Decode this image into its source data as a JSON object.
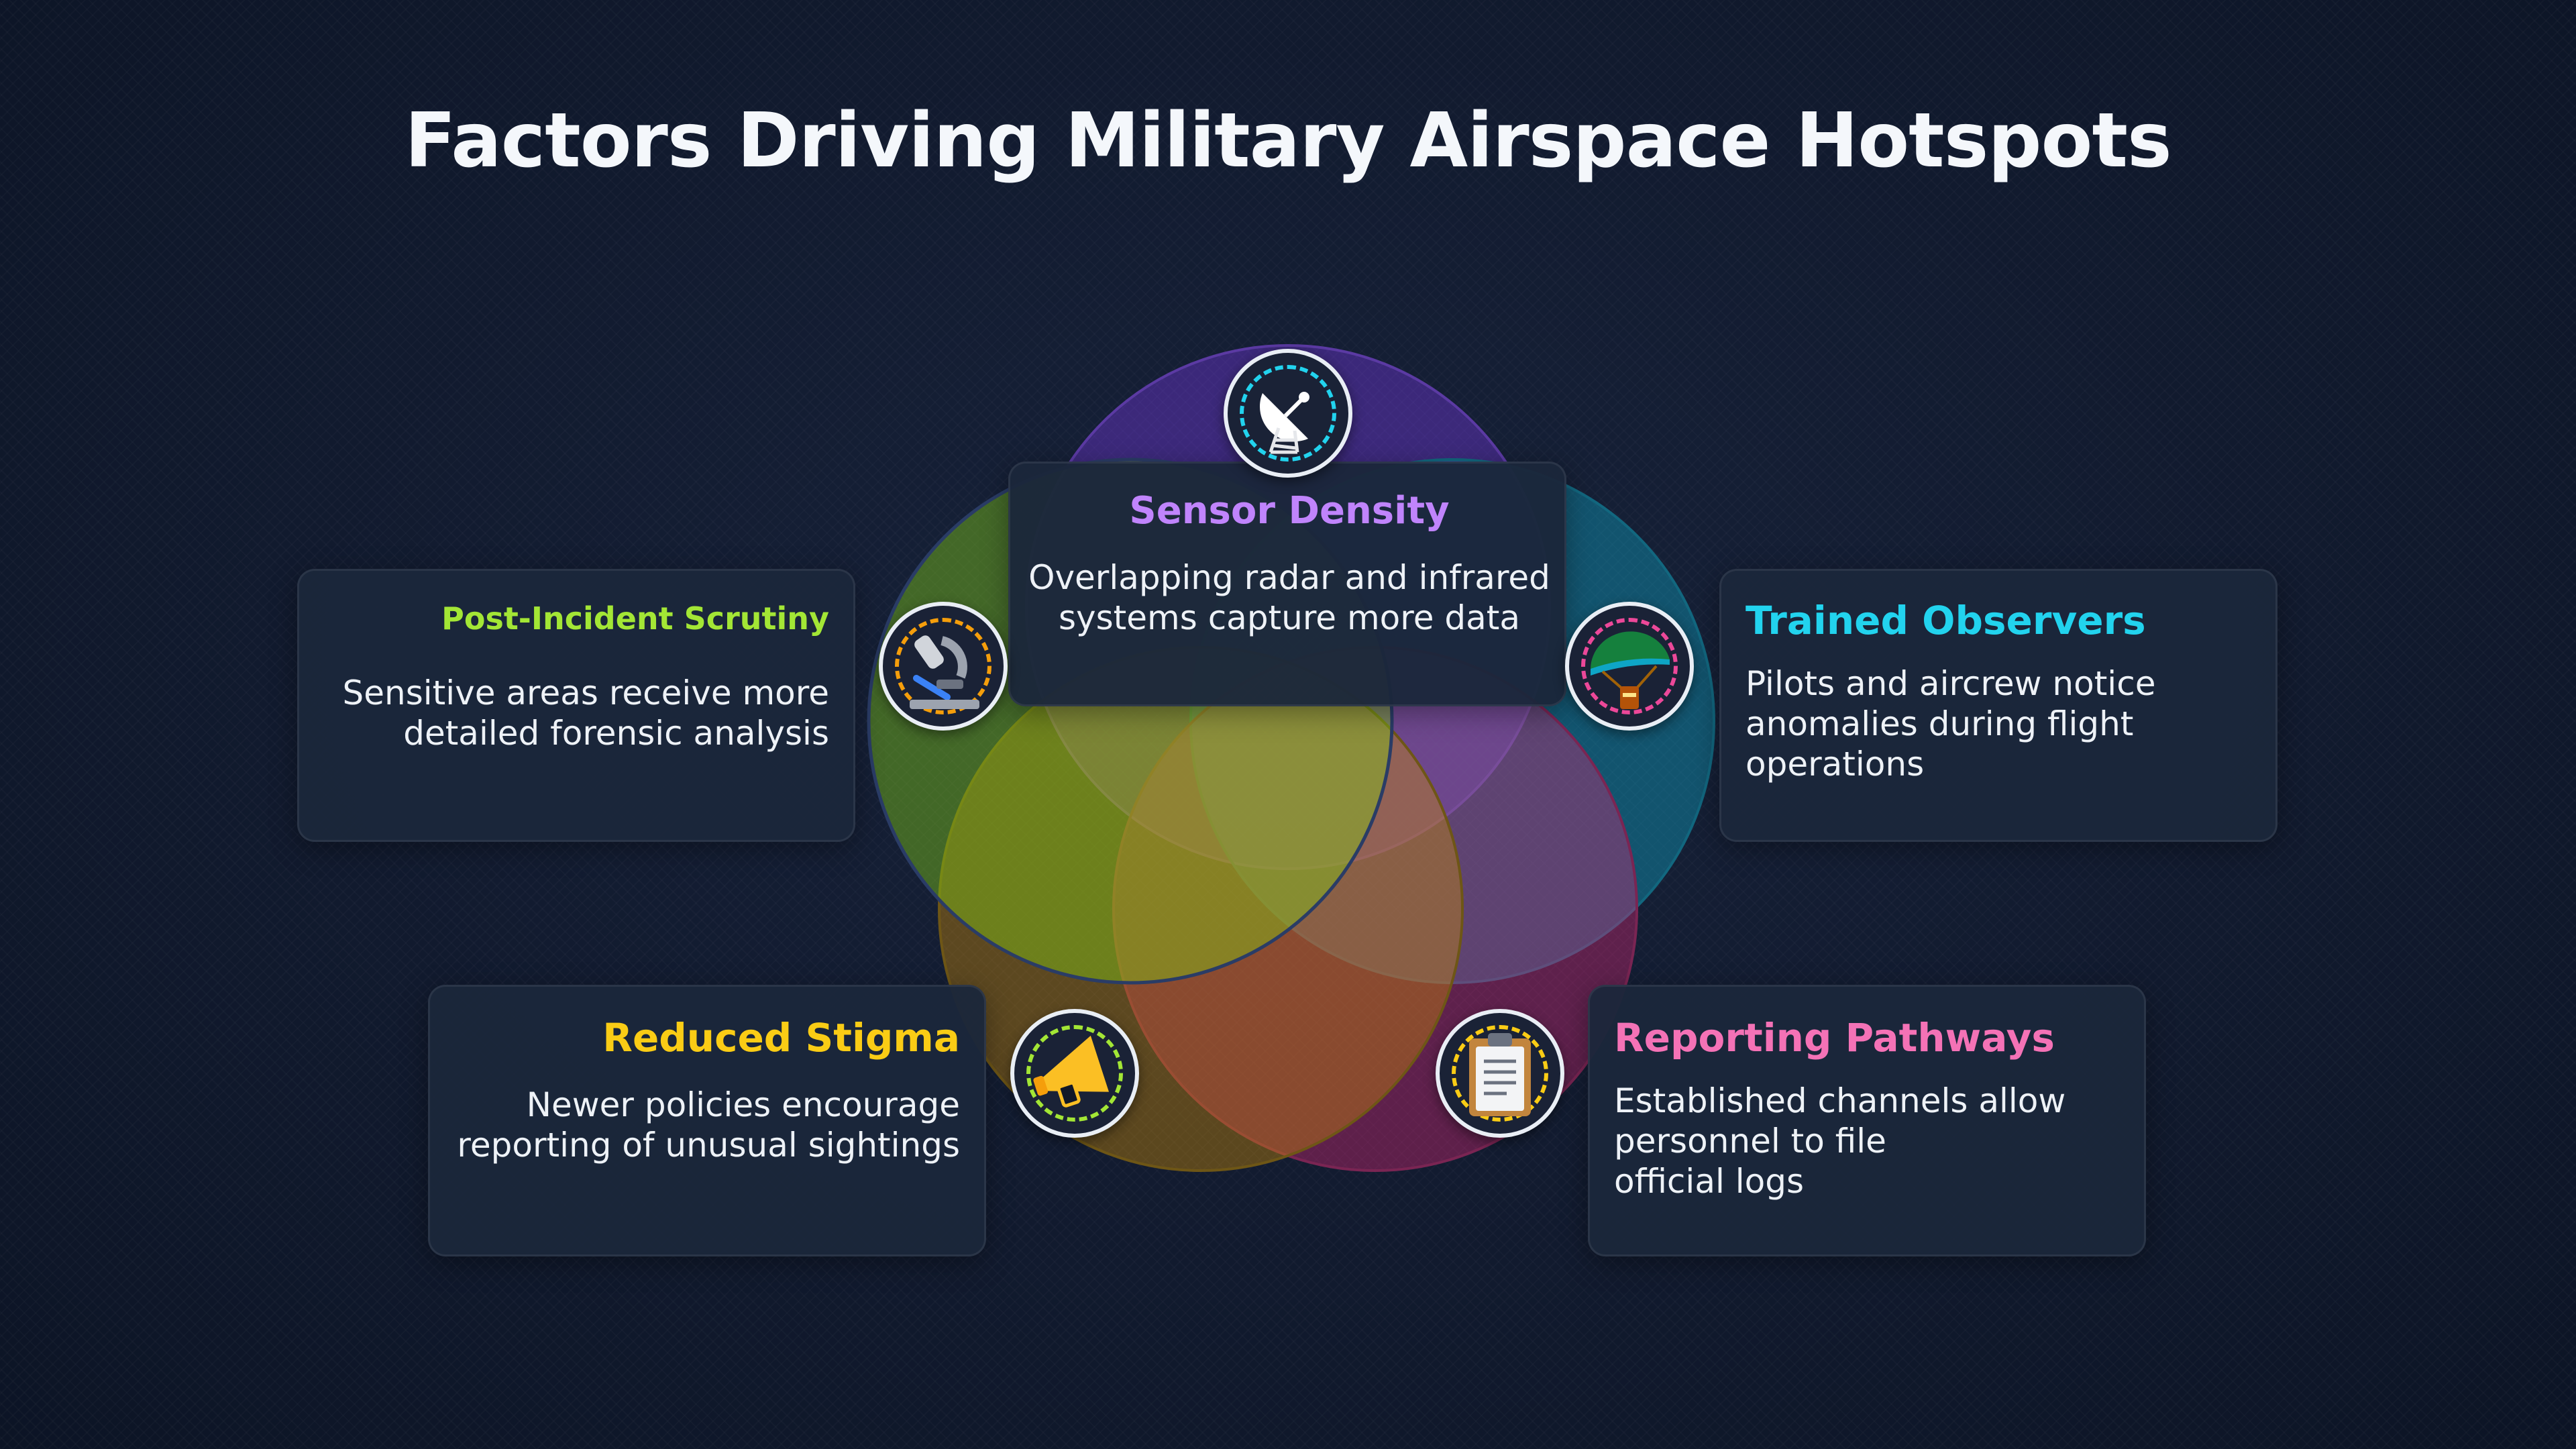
{
  "title": "Factors Driving Military Airspace Hotspots",
  "factors": {
    "sensor_density": {
      "title": "Sensor Density",
      "body": "Overlapping radar and infrared\nsystems capture more data",
      "color": "#c084fc",
      "icon": "radar-dish-icon"
    },
    "trained_observers": {
      "title": "Trained Observers",
      "body": "Pilots and aircrew notice\nanomalies during flight\noperations",
      "color": "#22d3ee",
      "icon": "parachute-icon"
    },
    "reporting_pathways": {
      "title": "Reporting Pathways",
      "body": "Established channels allow\npersonnel to file\nofficial logs",
      "color": "#f472b6",
      "icon": "clipboard-icon"
    },
    "reduced_stigma": {
      "title": "Reduced Stigma",
      "body": "Newer policies encourage\nreporting of unusual sightings",
      "color": "#facc15",
      "icon": "megaphone-icon"
    },
    "post_incident_scrutiny": {
      "title": "Post-Incident Scrutiny",
      "body": "Sensitive areas receive more\ndetailed forensic analysis",
      "color": "#a3e635",
      "icon": "microscope-icon"
    }
  }
}
